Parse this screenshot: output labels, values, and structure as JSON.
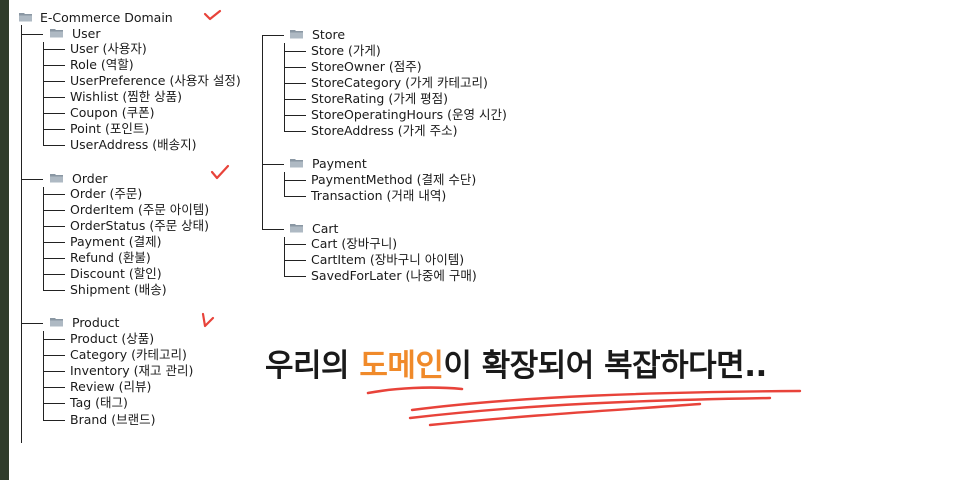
{
  "tree": {
    "root": "E-Commerce Domain",
    "groups": [
      {
        "title": "User",
        "items": [
          "User (사용자)",
          "Role (역할)",
          "UserPreference (사용자 설정)",
          "Wishlist (찜한 상품)",
          "Coupon (쿠폰)",
          "Point (포인트)",
          "UserAddress (배송지)"
        ]
      },
      {
        "title": "Order",
        "items": [
          "Order (주문)",
          "OrderItem (주문 아이템)",
          "OrderStatus (주문 상태)",
          "Payment (결제)",
          "Refund (환불)",
          "Discount (할인)",
          "Shipment (배송)"
        ]
      },
      {
        "title": "Product",
        "items": [
          "Product (상품)",
          "Category (카테고리)",
          "Inventory (재고 관리)",
          "Review (리뷰)",
          "Tag (태그)",
          "Brand (브랜드)"
        ]
      },
      {
        "title": "Store",
        "items": [
          "Store (가게)",
          "StoreOwner (점주)",
          "StoreCategory (가게 카테고리)",
          "StoreRating (가게 평점)",
          "StoreOperatingHours (운영 시간)",
          "StoreAddress (가게 주소)"
        ]
      },
      {
        "title": "Payment",
        "items": [
          "PaymentMethod (결제 수단)",
          "Transaction (거래 내역)"
        ]
      },
      {
        "title": "Cart",
        "items": [
          "Cart (장바구니)",
          "CartItem (장바구니 아이템)",
          "SavedForLater (나중에 구매)"
        ]
      }
    ]
  },
  "headline": {
    "before": "우리의 ",
    "highlight": "도메인",
    "after": "이 확장되어 복잡하다면.."
  },
  "colors": {
    "accent": "#f08a2a",
    "annotation": "#e8433a",
    "folder": "#7d8a96"
  },
  "icons": {
    "folder": "folder-icon",
    "check": "check-mark-annotation"
  }
}
